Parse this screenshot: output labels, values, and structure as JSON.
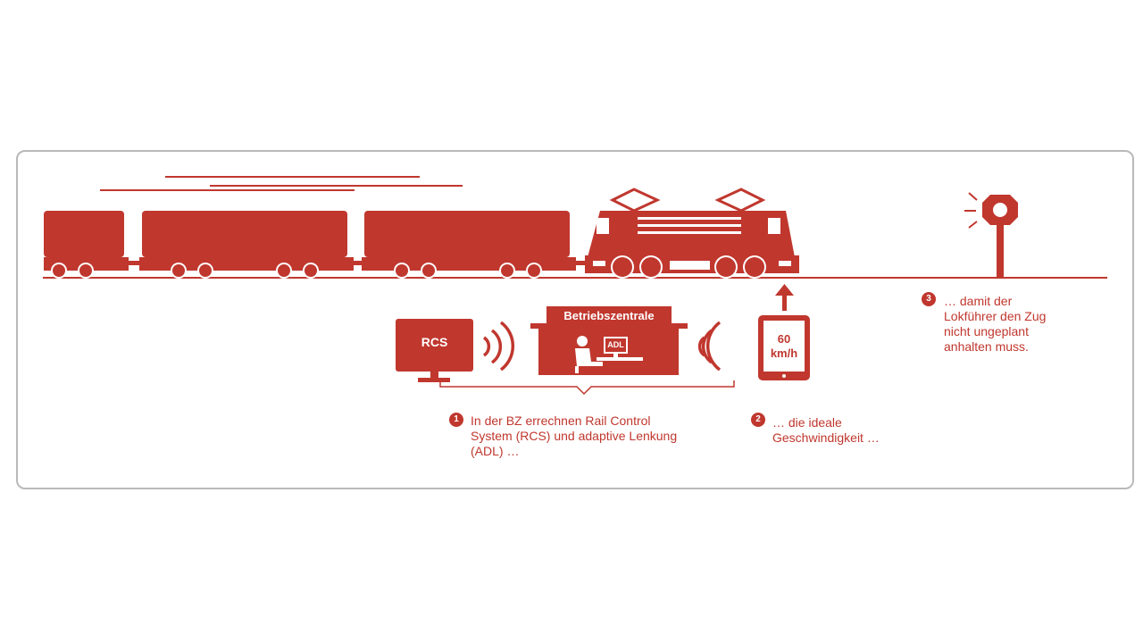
{
  "colors": {
    "accent": "#c0372e",
    "frame": "#b9b9b9",
    "background": "#ffffff"
  },
  "diagram": {
    "control_center_label": "Betriebszentrale",
    "rcs_label": "RCS",
    "adl_label": "ADL",
    "speed_value": "60",
    "speed_unit": "km/h"
  },
  "steps": [
    {
      "number": "1",
      "lines": [
        "In der BZ errechnen Rail Control",
        "System (RCS) und adaptive Lenkung",
        "(ADL) …"
      ]
    },
    {
      "number": "2",
      "lines": [
        "… die ideale",
        "Geschwindigkeit …"
      ]
    },
    {
      "number": "3",
      "lines": [
        "… damit der",
        "Lokführer den Zug",
        "nicht ungeplant",
        "anhalten muss."
      ]
    }
  ],
  "icons": {
    "train": "electric-locomotive-with-freight-wagons",
    "signal": "railway-signal-icon",
    "monitor": "computer-monitor-icon",
    "tablet": "tablet-icon",
    "wireless": "wireless-signal-icon",
    "operator": "operator-at-desk-icon"
  }
}
